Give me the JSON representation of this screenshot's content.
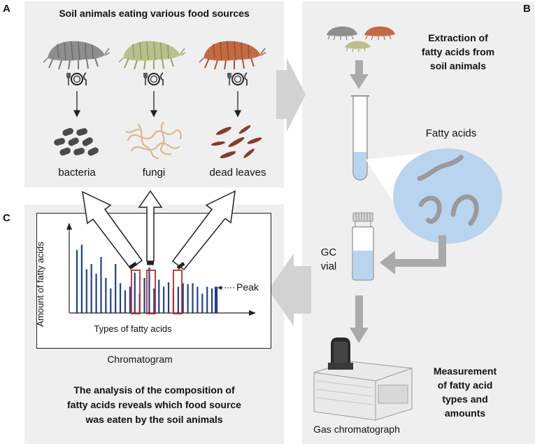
{
  "panel_letters": {
    "a": "A",
    "b": "B",
    "c": "C"
  },
  "panel_a": {
    "title": "Soil animals eating various food sources",
    "foods": [
      "bacteria",
      "fungi",
      "dead leaves"
    ],
    "animal_colors": [
      "#8e8e8e",
      "#b9c08b",
      "#c46a43"
    ]
  },
  "panel_b": {
    "extraction_title_lines": [
      "Extraction of",
      "fatty acids from",
      "soil animals"
    ],
    "fatty_acids_label": "Fatty acids",
    "gc_vial_lines": [
      "GC",
      "vial"
    ],
    "measurement_lines": [
      "Measurement",
      "of fatty acid",
      "types and",
      "amounts"
    ],
    "instrument_label": "Gas chromatograph"
  },
  "panel_c": {
    "y_axis_label": "Amount of fatty acids",
    "x_axis_label": "Types of fatty acids",
    "peak_label": "Peak",
    "chromatogram_label": "Chromatogram",
    "conclusion_lines": [
      "The analysis of the composition of",
      "fatty acids reveals which food source",
      "was eaten by the soil animals"
    ]
  },
  "colors": {
    "panel_bg": "#efefef",
    "peak_blue": "#1f3f8f",
    "highlight_red": "#c0282a",
    "arrow_gray": "#b0b0b0",
    "circle_blue": "#b9d4ee"
  },
  "peaks": [
    0.72,
    0.78,
    0.5,
    0.56,
    0.45,
    0.64,
    0.4,
    0.28,
    0.56,
    0.34,
    0.26,
    0.3,
    0.46,
    0.22,
    0.4,
    0.52,
    0.28,
    0.38,
    0.3,
    0.35,
    0.28,
    0.3,
    0.34,
    0.33,
    0.34,
    0.3,
    0.22,
    0.3,
    0.28,
    0.3
  ]
}
